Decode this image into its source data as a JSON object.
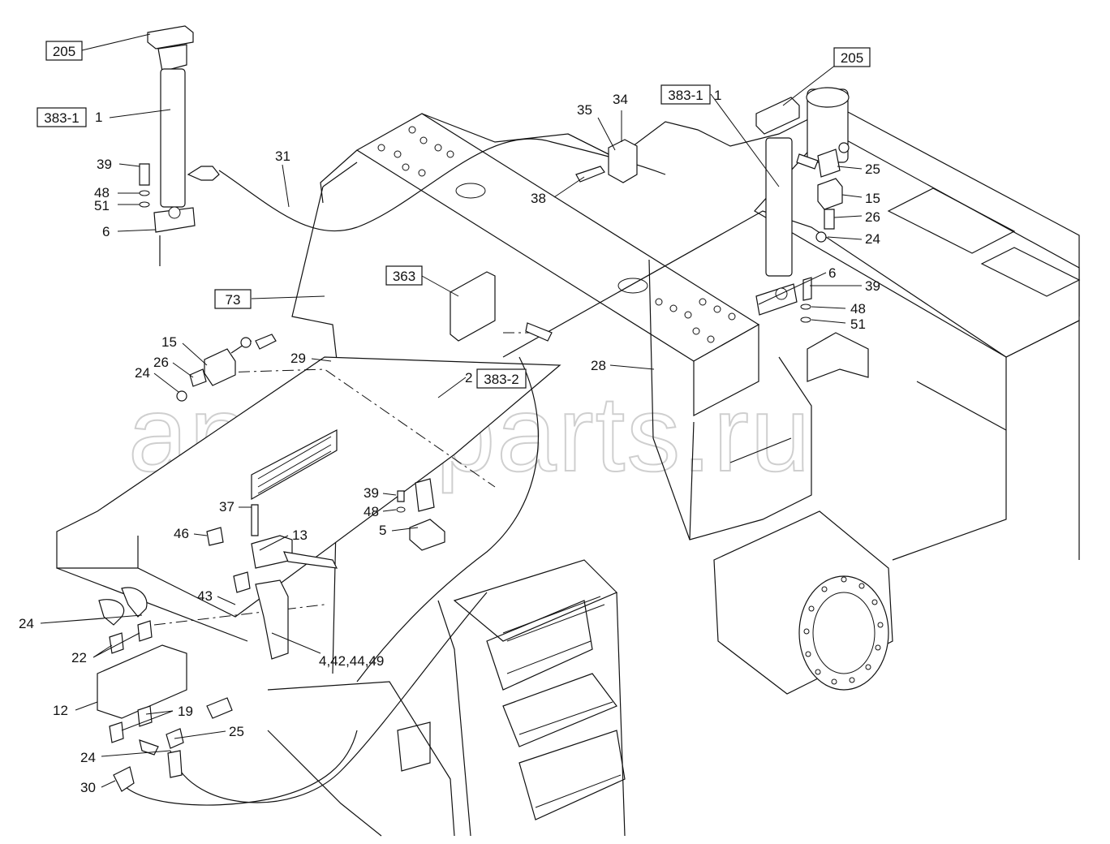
{
  "watermark": "ansat-parts.ru",
  "boxed_labels": {
    "b205_left": "205",
    "b383_1_left": "383-1",
    "b205_right": "205",
    "b383_1_right": "383-1",
    "b363": "363",
    "b73": "73",
    "b383_2": "383-2"
  },
  "callouts": {
    "c1_left": "1",
    "c39_left": "39",
    "c48_left": "48",
    "c51_left": "51",
    "c6_left": "6",
    "c31": "31",
    "c35": "35",
    "c34": "34",
    "c38": "38",
    "c1_right": "1",
    "c25_top": "25",
    "c15_right": "15",
    "c26_right": "26",
    "c24_right": "24",
    "c6_right": "6",
    "c39_right": "39",
    "c48_right": "48",
    "c51_right": "51",
    "c15_left": "15",
    "c26_left": "26",
    "c24_left": "24",
    "c29": "29",
    "c2": "2",
    "c28": "28",
    "c39_mid": "39",
    "c48_mid": "48",
    "c5": "5",
    "c37": "37",
    "c46": "46",
    "c13": "13",
    "c43": "43",
    "c24_bl": "24",
    "c22": "22",
    "c4_42": "4,42,44,49",
    "c12": "12",
    "c19": "19",
    "c25_bottom": "25",
    "c24_bottom": "24",
    "c30": "30"
  }
}
